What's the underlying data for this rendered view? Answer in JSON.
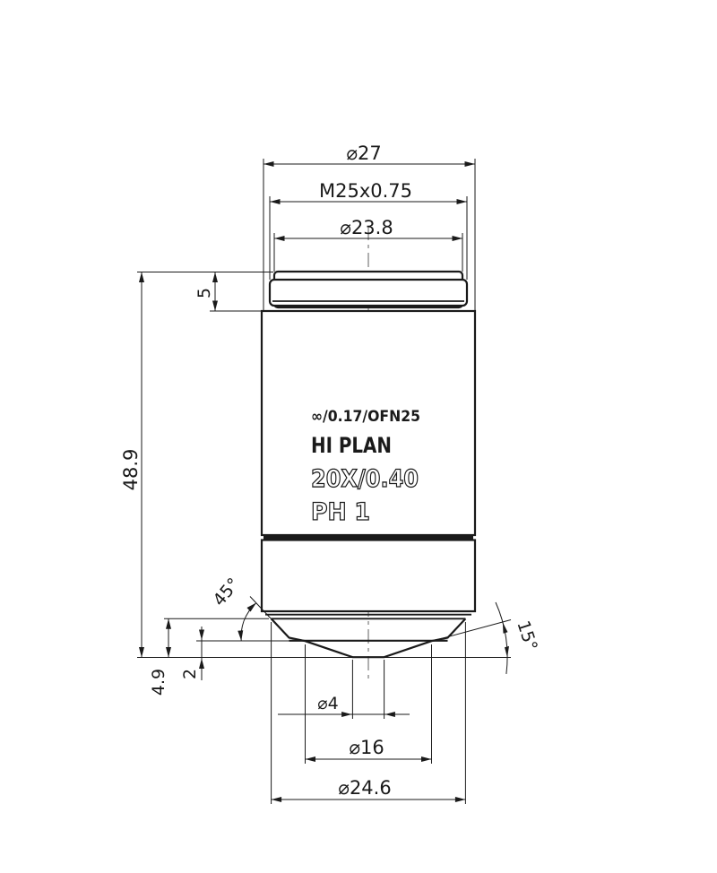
{
  "drawing": {
    "title": "Microscope objective dimensional drawing",
    "colors": {
      "line": "#1a1a1a",
      "centerline": "#7a7a7a",
      "background": "#ffffff"
    }
  },
  "dims": {
    "dia27": "⌀27",
    "m25": "M25x0.75",
    "dia23_8": "⌀23.8",
    "len5": "5",
    "len48_9": "48.9",
    "len4_9": "4.9",
    "len2": "2",
    "ang45": "45°",
    "ang15": "15°",
    "dia4": "⌀4",
    "dia16": "⌀16",
    "dia24_6": "⌀24.6"
  },
  "engraving": {
    "line1": "∞/0.17/OFN25",
    "line2": "HI PLAN",
    "line3": "20X/0.40",
    "line4": "PH 1"
  }
}
